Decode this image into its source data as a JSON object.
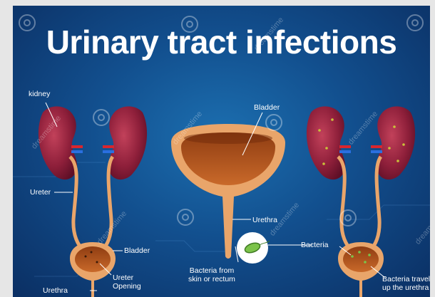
{
  "title": "Urinary tract infections",
  "labels": {
    "kidney": "kidney",
    "ureter": "Ureter",
    "bladder_left": "Bladder",
    "ureter_opening_1": "Ureter",
    "ureter_opening_2": "Opening",
    "urethra_left": "Urethra",
    "bladder_center": "Bladder",
    "urethra_center": "Urethra",
    "bacteria_source_1": "Bacteria from",
    "bacteria_source_2": "skin or rectum",
    "bacteria": "Bacteria",
    "travel_1": "Bacteria travel",
    "travel_2": "up the urethra"
  },
  "watermark": {
    "text": "dreamstime",
    "icon": "spiral-watermark-icon"
  },
  "colors": {
    "background_dark": "#0b2f63",
    "background_light": "#1c6fb0",
    "kidney": "#8e1f3a",
    "bladder_wall": "#e9a56a",
    "urine": "#b2551a",
    "bacteria": "#7cc34a",
    "artery": "#d8262e",
    "vein": "#2a6fe0"
  }
}
